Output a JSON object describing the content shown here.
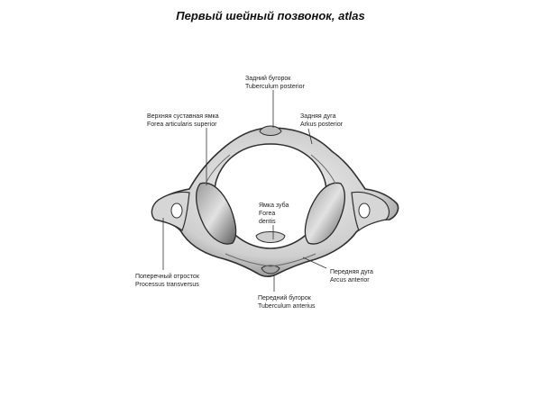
{
  "title": "Первый шейный позвонок, atlas",
  "labels": {
    "posterior_tubercle": {
      "ru": "Задний бугорок",
      "lat": "Tuberculum posterior"
    },
    "superior_facet": {
      "ru": "Верхняя суставная ямка",
      "lat": "Forea articularis superior"
    },
    "posterior_arch": {
      "ru": "Задняя дуга",
      "lat": "Arkus posterior"
    },
    "fovea_dentis": {
      "ru": "Ямка зуба",
      "lat1": "Forea",
      "lat2": "dentis"
    },
    "transverse_process": {
      "ru": "Поперечный отросток",
      "lat": "Processus transversus"
    },
    "anterior_arch": {
      "ru": "Передняя дуга",
      "lat": "Arcus anterior"
    },
    "anterior_tubercle": {
      "ru": "Передний бугорок",
      "lat": "Tuberculum anterius"
    }
  },
  "colors": {
    "bone_light": "#e9e9e9",
    "bone_mid": "#b8b8b8",
    "bone_dark": "#4a4a4a",
    "line": "#333333"
  }
}
